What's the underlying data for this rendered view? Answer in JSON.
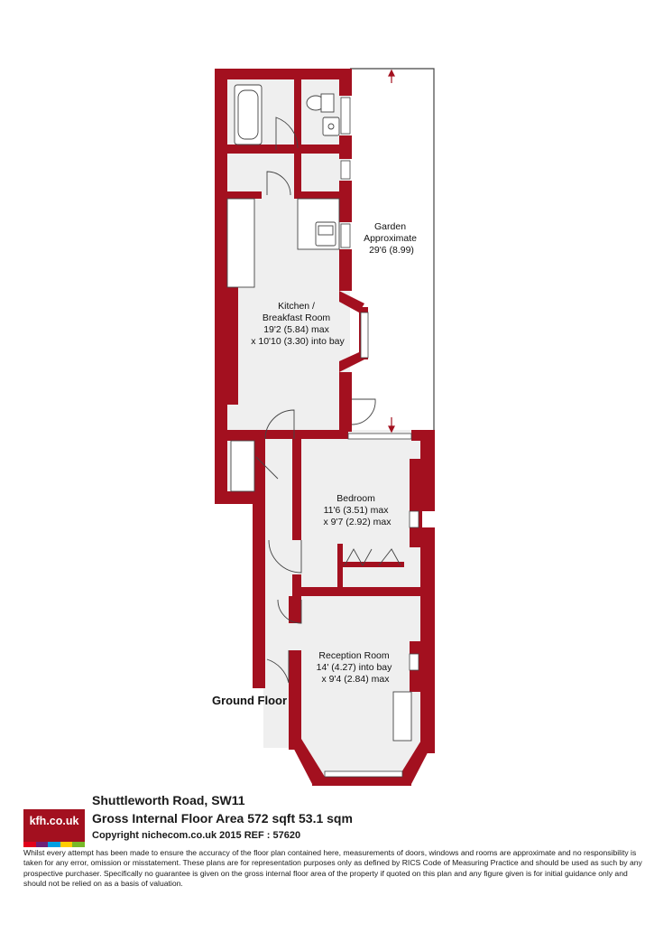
{
  "rooms": {
    "garden": [
      "Garden",
      "Approximate",
      "29'6 (8.99)"
    ],
    "kitchen": [
      "Kitchen /",
      "Breakfast Room",
      "19'2 (5.84) max",
      "x 10'10 (3.30) into bay"
    ],
    "bedroom": [
      "Bedroom",
      "11'6 (3.51) max",
      "x 9'7 (2.92) max"
    ],
    "reception": [
      "Reception Room",
      "14' (4.27) into bay",
      "x 9'4 (2.84) max"
    ]
  },
  "floor_label": "Ground Floor",
  "logo": {
    "text": "kfh.co.uk",
    "strip_colors": [
      "#e2001a",
      "#6d2077",
      "#009fe3",
      "#ffcc00",
      "#78b928"
    ]
  },
  "footer": {
    "address": "Shuttleworth Road, SW11",
    "area": "Gross Internal Floor Area 572 sqft 53.1 sqm",
    "copyright": "Copyright nichecom.co.uk 2015 REF : 57620",
    "disclaimer": "Whilst every attempt has been made to ensure the accuracy of the floor plan contained here, measurements of doors, windows and rooms are approximate and no responsibility is taken for any error, omission or misstatement.  These plans are for representation purposes only as defined by RICS Code of Measuring Practice and should be used as such by any prospective purchaser.  Specifically no guarantee is given on the gross internal floor area of the property if quoted on this plan and any figure given is for initial guidance only and should not be relied on as a basis of valuation."
  },
  "colors": {
    "wall": "#a3101f",
    "floor": "#efefef",
    "fixture": "#ffffff",
    "line": "#444444"
  }
}
